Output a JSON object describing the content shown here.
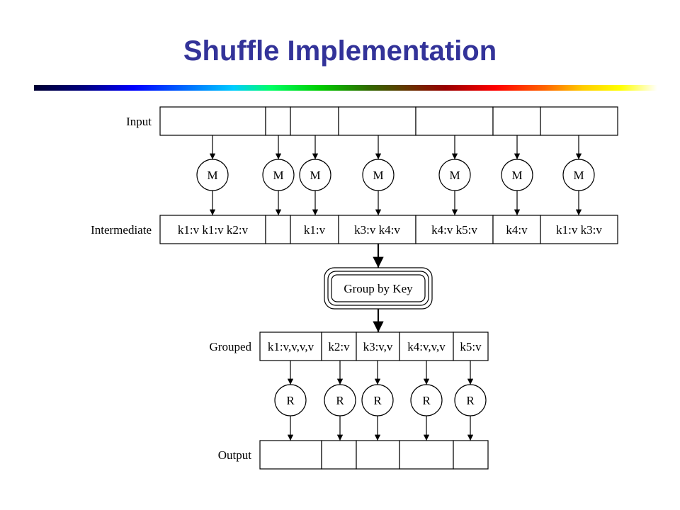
{
  "title": "Shuffle Implementation",
  "colors": {
    "title": "#333399"
  },
  "rows": {
    "input": {
      "label": "Input",
      "cells": [
        "",
        "",
        "",
        "",
        "",
        "",
        ""
      ]
    },
    "intermediate": {
      "label": "Intermediate",
      "cells": [
        "k1:v k1:v k2:v",
        "",
        "k1:v",
        "k3:v k4:v",
        "k4:v k5:v",
        "k4:v",
        "k1:v k3:v"
      ]
    },
    "grouped": {
      "label": "Grouped",
      "cells": [
        "k1:v,v,v,v",
        "k2:v",
        "k3:v,v",
        "k4:v,v,v",
        "k5:v"
      ]
    },
    "output": {
      "label": "Output",
      "cells": [
        "",
        "",
        "",
        "",
        ""
      ]
    }
  },
  "map_nodes": [
    "M",
    "M",
    "M",
    "M",
    "M",
    "M",
    "M"
  ],
  "reduce_nodes": [
    "R",
    "R",
    "R",
    "R",
    "R"
  ],
  "group_by_key": "Group by Key"
}
